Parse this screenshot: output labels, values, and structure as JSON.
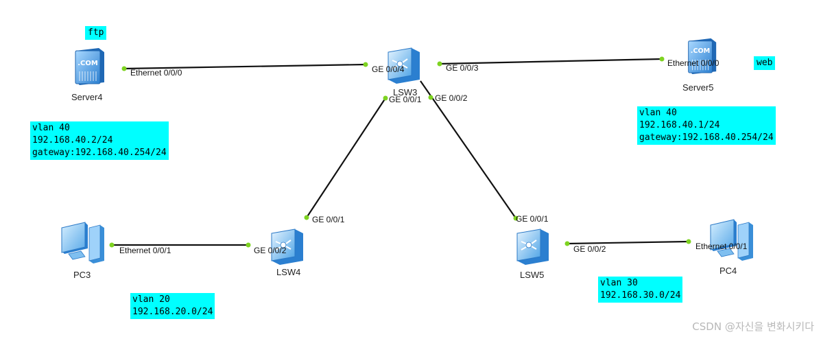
{
  "devices": {
    "server4": {
      "label": "Server4"
    },
    "server5": {
      "label": "Server5"
    },
    "lsw3": {
      "label": "LSW3"
    },
    "lsw4": {
      "label": "LSW4"
    },
    "lsw5": {
      "label": "LSW5"
    },
    "pc3": {
      "label": "PC3"
    },
    "pc4": {
      "label": "PC4"
    }
  },
  "server_icon_text": ".COM",
  "ports": {
    "server4_eth": "Ethernet 0/0/0",
    "lsw3_ge4": "GE 0/0/4",
    "lsw3_ge3": "GE 0/0/3",
    "server5_eth": "Ethernet 0/0/0",
    "lsw3_ge1": "GE 0/0/1",
    "lsw3_ge2": "GE 0/0/2",
    "lsw4_ge1": "GE 0/0/1",
    "lsw4_ge2": "GE 0/0/2",
    "pc3_eth": "Ethernet 0/0/1",
    "lsw5_ge1": "GE 0/0/1",
    "lsw5_ge2": "GE 0/0/2",
    "pc4_eth": "Ethernet 0/0/1"
  },
  "tags": {
    "ftp": "ftp",
    "web": "web"
  },
  "notes": {
    "server4": "vlan 40\n192.168.40.2/24\ngateway:192.168.40.254/24",
    "server5": "vlan 40\n192.168.40.1/24\ngateway:192.168.40.254/24",
    "pc3": "vlan 20\n192.168.20.0/24",
    "pc4": "vlan 30\n192.168.30.0/24"
  },
  "colors": {
    "link": "#111111",
    "port_dot": "#7ed321",
    "note_bg": "#00ffff",
    "device_blue": "#3a8fd8"
  },
  "watermark": "CSDN @자신을 변화시키다"
}
